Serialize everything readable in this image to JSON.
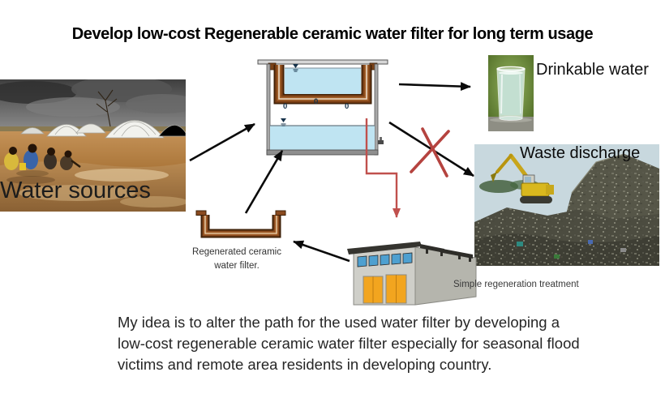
{
  "slide": {
    "title": "Develop low-cost Regenerable ceramic water filter for long term usage",
    "labels": {
      "water_sources": "Water sources",
      "drinkable_water": "Drinkable water",
      "waste_discharge": "Waste discharge",
      "regenerated_filter_caption": "Regenerated ceramic water filter.",
      "regeneration_treatment": "Simple regeneration treatment"
    },
    "diagram": {
      "droplet_symbol": "0"
    },
    "body": {
      "line1": "My idea is to alter the path for the used water filter by developing a",
      "line2": "low-cost regenerable ceramic water filter especially for seasonal flood",
      "line3": "victims and remote area residents in developing country."
    },
    "colors": {
      "filter_brown": "#7d4015",
      "water_blue": "#bfe4f2",
      "cross_red": "#b5433f",
      "regeneration_arrow_red": "#c0504d",
      "door_orange": "#f2a51f"
    }
  }
}
